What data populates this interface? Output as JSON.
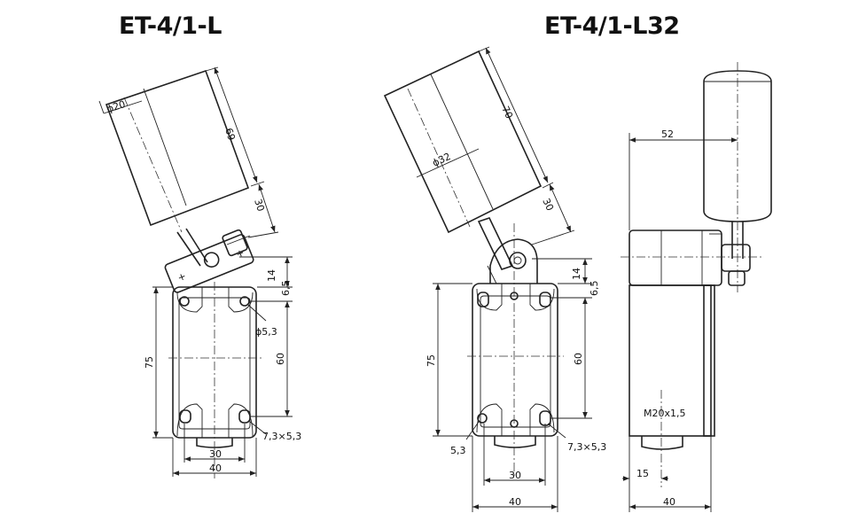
{
  "titles": {
    "left": "ET-4/1-L",
    "right": "ET-4/1-L32"
  },
  "left_view": {
    "roller_diameter": "ϕ20",
    "roller_length": "69",
    "arm_offset": "30",
    "dim_top": "14",
    "dim_hole_top": "6,5",
    "hole_diameter": "ϕ5,3",
    "height_total": "75",
    "hole_spacing_v": "60",
    "slot_size": "7,3×5,3",
    "hole_spacing_h": "30",
    "width": "40"
  },
  "middle_view": {
    "roller_length": "70",
    "roller_diameter": "ϕ32",
    "arm_offset": "30",
    "dim_top": "14",
    "dim_hole_top": "6,5",
    "height_total": "75",
    "hole_spacing_v": "60",
    "hole_size": "5,3",
    "slot_size": "7,3×5,3",
    "hole_spacing_h": "30",
    "width": "40"
  },
  "side_view": {
    "roller_offset": "52",
    "thread": "M20x1,5",
    "thread_offset": "15",
    "width": "40"
  }
}
